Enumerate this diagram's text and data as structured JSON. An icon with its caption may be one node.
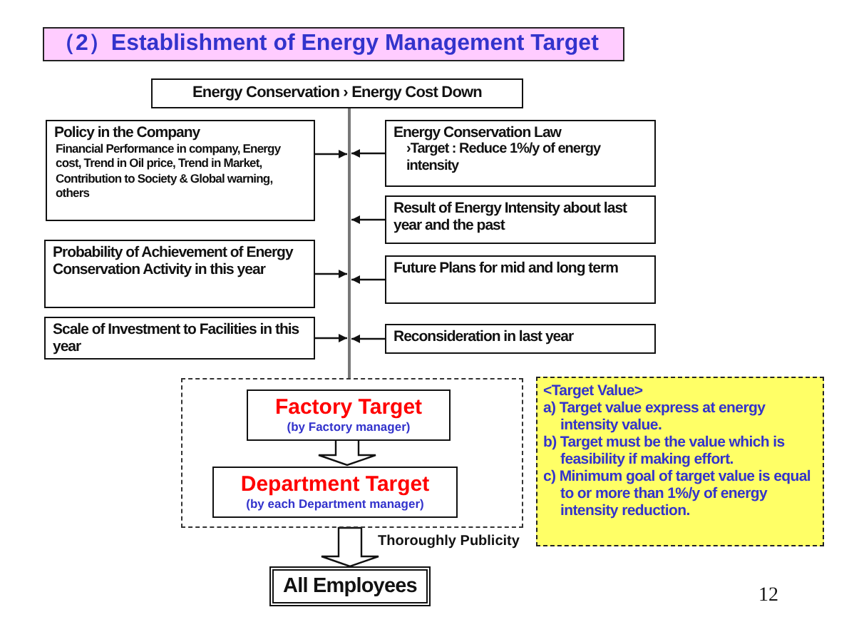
{
  "diagram": {
    "title": "（2）Establishment of Energy Management Target",
    "nodes": [
      {
        "text": [
          "Energy Conservation › Energy Cost Down"
        ]
      },
      {
        "text": [
          "Policy in the Company",
          "Financial Performance in company, Energy cost, Trend in Oil price, Trend in Market, Contribution to Society & Global warning, others"
        ]
      },
      {
        "text": [
          "Energy Conservation Law",
          "›Target : Reduce 1%/y of energy intensity"
        ]
      },
      {
        "text": [
          "Result of Energy Intensity about last year and the past"
        ]
      },
      {
        "text": [
          "Probability of Achievement of Energy Conservation Activity in this year"
        ]
      },
      {
        "text": [
          "Future Plans for mid and long term"
        ]
      },
      {
        "text": [
          "Scale of Investment to Facilities in this year"
        ]
      },
      {
        "text": [
          "Reconsideration in last year"
        ]
      },
      {
        "text": [],
        "shape": "box"
      },
      {
        "text": [
          "Factory Target",
          "(by Factory manager)"
        ],
        "in": 8
      },
      {
        "text": [
          "Department Target",
          "(by each Department manager)"
        ],
        "in": 8
      },
      {
        "text": [
          "<Target Value>",
          "a) Target value express at energy intensity value.",
          "b) Target must be the value which is feasibility if making effort.",
          "c) Minimum goal of target value is equal to or more than 1%/y of energy intensity reduction."
        ]
      },
      {
        "text": [
          "All Employees"
        ]
      }
    ],
    "edges": [
      {
        "from": 0,
        "to": 8,
        "arrow": "none",
        "color": "#777777"
      },
      {
        "from": 1,
        "to": null,
        "arrow": "to"
      },
      {
        "from": 2,
        "to": null,
        "arrow": "to"
      },
      {
        "from": 3,
        "to": null,
        "arrow": "to"
      },
      {
        "from": 4,
        "to": null,
        "arrow": "to"
      },
      {
        "from": 5,
        "to": null,
        "arrow": "to"
      },
      {
        "from": 6,
        "to": null,
        "arrow": "to"
      },
      {
        "from": 7,
        "to": null,
        "arrow": "to"
      },
      {
        "from": 9,
        "to": 10,
        "arrow": "to"
      },
      {
        "from": 8,
        "to": 12,
        "arrow": "to",
        "label": "Thoroughly Publicity"
      }
    ],
    "labels": [
      "12"
    ]
  }
}
